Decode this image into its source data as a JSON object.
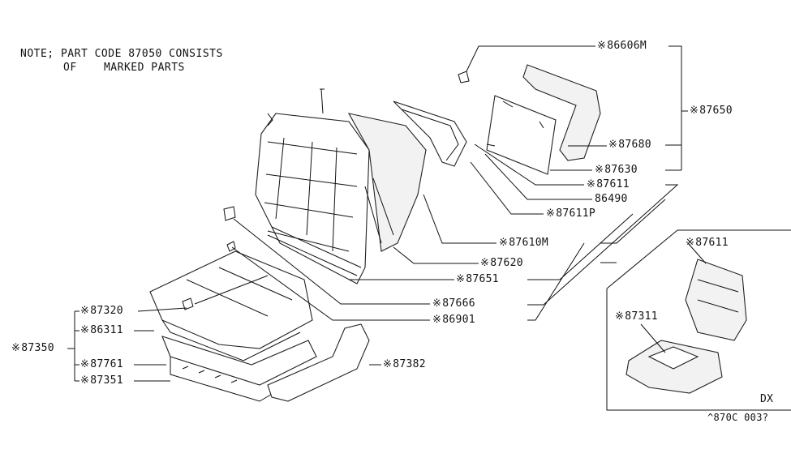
{
  "note": {
    "line1": "NOTE; PART CODE 87050 CONSISTS",
    "line2": "OF    MARKED PARTS"
  },
  "marker": "※",
  "callouts": {
    "c86606M": {
      "code": "86606M",
      "marked": true
    },
    "c87650": {
      "code": "87650",
      "marked": true
    },
    "c87680": {
      "code": "87680",
      "marked": true
    },
    "c87630": {
      "code": "87630",
      "marked": true
    },
    "c87611": {
      "code": "87611",
      "marked": true
    },
    "c86490": {
      "code": "86490",
      "marked": false
    },
    "c87611P": {
      "code": "87611P",
      "marked": true
    },
    "c87610M": {
      "code": "87610M",
      "marked": true
    },
    "c87620": {
      "code": "87620",
      "marked": true
    },
    "c87651": {
      "code": "87651",
      "marked": true
    },
    "c87666": {
      "code": "87666",
      "marked": true
    },
    "c86901": {
      "code": "86901",
      "marked": true
    },
    "c87320": {
      "code": "87320",
      "marked": true
    },
    "c86311": {
      "code": "86311",
      "marked": true
    },
    "c87350": {
      "code": "87350",
      "marked": true
    },
    "c87761": {
      "code": "87761",
      "marked": true
    },
    "c87351": {
      "code": "87351",
      "marked": true
    },
    "c87382": {
      "code": "87382",
      "marked": true
    },
    "dx87611": {
      "code": "87611",
      "marked": true
    },
    "dx87311": {
      "code": "87311",
      "marked": true
    }
  },
  "inset": {
    "label": "DX"
  },
  "diagram_id": "^870C 003?"
}
